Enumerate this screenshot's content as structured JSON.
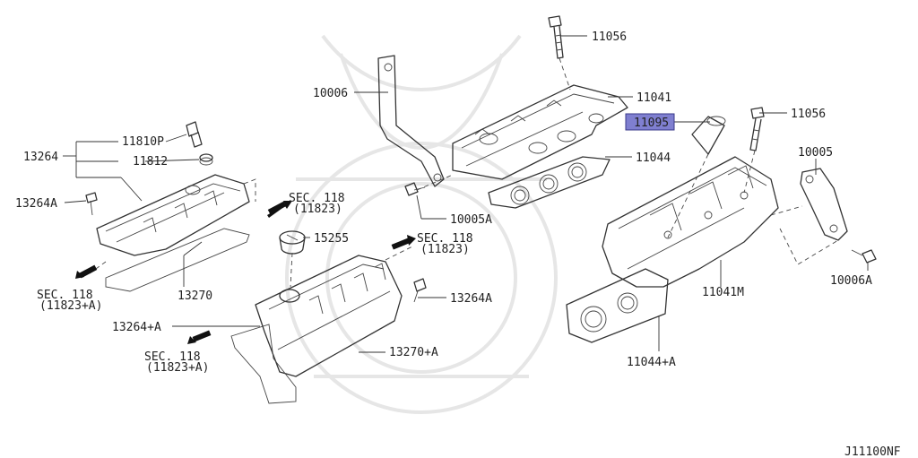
{
  "diagram_id": "J11100NF",
  "highlight_color": "#7f7fd0",
  "labels": {
    "p11056a": "11056",
    "p10006": "10006",
    "p11041": "11041",
    "p11095": "11095",
    "p11056b": "11056",
    "p11044": "11044",
    "p10005": "10005",
    "p10005a": "10005A",
    "p10006a": "10006A",
    "p11041m": "11041M",
    "p11044a": "11044+A",
    "p11810p": "11810P",
    "p13264": "13264",
    "p11812": "11812",
    "p13264a_left": "13264A",
    "p13270": "13270",
    "p15255": "15255",
    "p13264a_mid": "13264A",
    "p13264plusa": "13264+A",
    "p13270plusa": "13270+A"
  },
  "sec_refs": {
    "ref1_line1": "SEC. 118",
    "ref1_line2": "(11823)",
    "ref2_line1": "SEC. 118",
    "ref2_line2": "(11823)",
    "ref3_line1": "SEC. 118",
    "ref3_line2": "(11823+A)",
    "ref4_line1": "SEC. 118",
    "ref4_line2": "(11823+A)"
  }
}
